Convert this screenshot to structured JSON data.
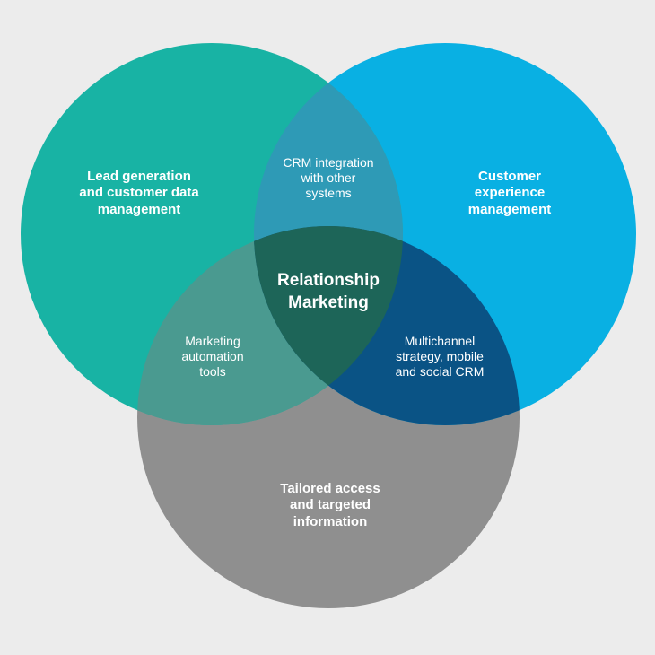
{
  "colors": {
    "background": "#ececec",
    "teal": "#18b3a4",
    "blue": "#09b0e3",
    "gray": "#8f8f8f",
    "teal_blue_overlap": "#2e9ab6",
    "teal_gray_overlap": "#4a9a90",
    "blue_gray_overlap": "#0a5385",
    "center_overlap": "#1d6558"
  },
  "diagram": {
    "circles": [
      {
        "name": "Lead generation\nand customer data\nmanagement",
        "color": "teal"
      },
      {
        "name": "Customer\nexperience\nmanagement",
        "color": "blue"
      },
      {
        "name": "Tailored access\nand targeted\ninformation",
        "color": "gray"
      }
    ],
    "overlaps": {
      "teal_blue": "CRM integration\nwith other\nsystems",
      "teal_gray": "Marketing\nautomation\ntools",
      "blue_gray": "Multichannel\nstrategy, mobile\nand social CRM",
      "center": "Relationship\nMarketing"
    }
  }
}
